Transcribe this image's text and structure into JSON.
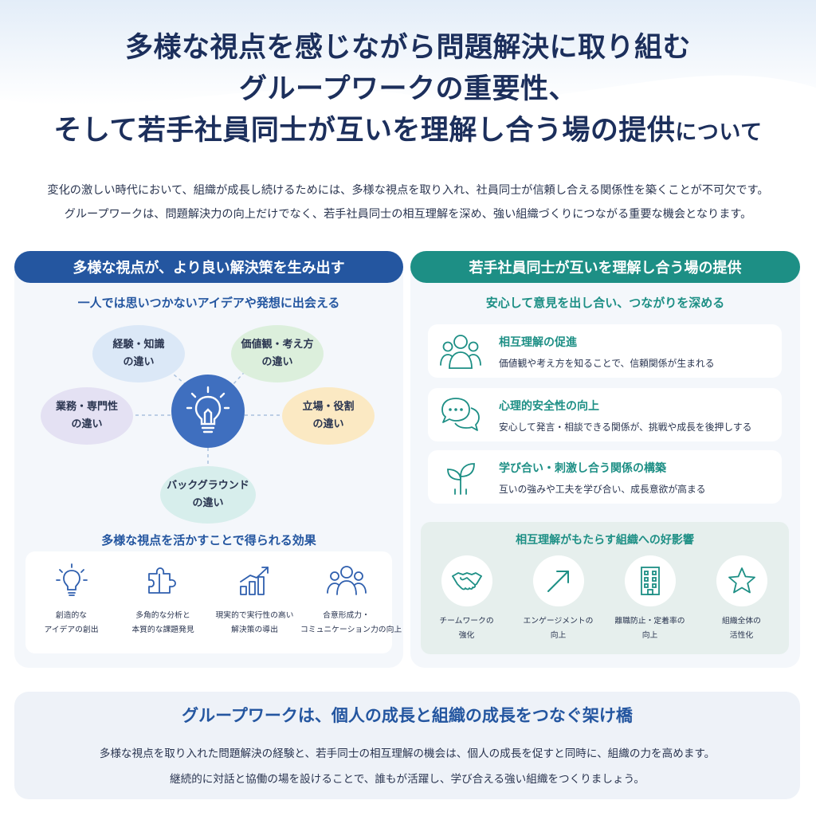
{
  "title": {
    "line1": "多様な視点を感じながら問題解決に取り組む",
    "line2": "グループワークの重要性、",
    "line3_main": "そして若手社員同士が互いを理解し合う場の提供",
    "line3_suffix": "について"
  },
  "intro": {
    "line1": "変化の激しい時代において、組織が成長し続けるためには、多様な視点を取り入れ、社員同士が信頼し合える関係性を築くことが不可欠です。",
    "line2": "グループワークは、問題解決力の向上だけでなく、若手社員同士の相互理解を深め、強い組織づくりにつながる重要な機会となります。"
  },
  "left": {
    "header": "多様な視点が、より良い解決策を生み出す",
    "subtitle": "一人では思いつかないアイデアや発想に出会える",
    "bubbles": [
      {
        "line1": "経験・知識",
        "line2": "の違い"
      },
      {
        "line1": "価値観・考え方",
        "line2": "の違い"
      },
      {
        "line1": "業務・専門性",
        "line2": "の違い"
      },
      {
        "line1": "立場・役割",
        "line2": "の違い"
      },
      {
        "line1": "バックグラウンド",
        "line2": "の違い"
      }
    ],
    "effects_title": "多様な視点を活かすことで得られる効果",
    "effects": [
      {
        "icon": "lightbulb-icon",
        "line1": "創造的な",
        "line2": "アイデアの創出"
      },
      {
        "icon": "puzzle-icon",
        "line1": "多角的な分析と",
        "line2": "本質的な課題発見"
      },
      {
        "icon": "growth-chart-icon",
        "line1": "現実的で実行性の高い",
        "line2": "解決策の導出"
      },
      {
        "icon": "group-icon",
        "line1": "合意形成力・",
        "line2": "コミュニケーション力の向上"
      }
    ]
  },
  "right": {
    "header": "若手社員同士が互いを理解し合う場の提供",
    "subtitle": "安心して意見を出し合い、つながりを深める",
    "cards": [
      {
        "icon": "people-icon",
        "title": "相互理解の促進",
        "desc": "価値観や考え方を知ることで、信頼関係が生まれる"
      },
      {
        "icon": "chat-bubbles-icon",
        "title": "心理的安全性の向上",
        "desc": "安心して発言・相談できる関係が、挑戦や成長を後押しする"
      },
      {
        "icon": "sprout-icon",
        "title": "学び合い・刺激し合う関係の構築",
        "desc": "互いの強みや工夫を学び合い、成長意欲が高まる"
      }
    ],
    "org_title": "相互理解がもたらす組織への好影響",
    "org_items": [
      {
        "icon": "handshake-icon",
        "line1": "チームワークの",
        "line2": "強化"
      },
      {
        "icon": "arrow-up-icon",
        "line1": "エンゲージメントの",
        "line2": "向上"
      },
      {
        "icon": "building-icon",
        "line1": "離職防止・定着率の",
        "line2": "向上"
      },
      {
        "icon": "star-icon",
        "line1": "組織全体の",
        "line2": "活性化"
      }
    ]
  },
  "footer": {
    "title": "グループワークは、個人の成長と組織の成長をつなぐ架け橋",
    "line1": "多様な視点を取り入れた問題解決の経験と、若手同士の相互理解の機会は、個人の成長を促すと同時に、組織の力を高めます。",
    "line2": "継続的に対話と協働の場を設けることで、誰もが活躍し、学び合える強い組織をつくりましょう。"
  },
  "colors": {
    "navy": "#1c2f5c",
    "blue": "#2456a0",
    "teal": "#1d8f85",
    "bubble_blue": "#dbe8f7",
    "bubble_green": "#dcefdc",
    "bubble_purple": "#e4e1f3",
    "bubble_yellow": "#fbe9c3",
    "bubble_teal": "#d7eeec"
  }
}
